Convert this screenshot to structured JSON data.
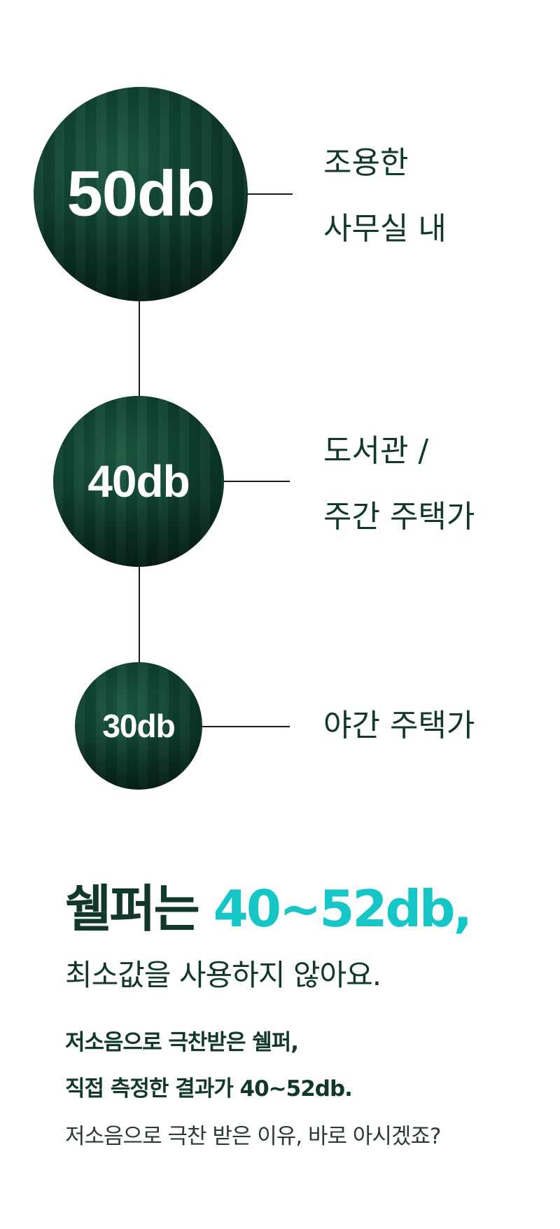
{
  "levels": [
    {
      "value": "50db",
      "label_lines": [
        "조용한",
        "사무실 내"
      ]
    },
    {
      "value": "40db",
      "label_lines": [
        "도서관 /",
        "주간 주택가"
      ]
    },
    {
      "value": "30db",
      "label_lines": [
        "야간 주택가"
      ]
    }
  ],
  "headline": {
    "prefix": "쉘퍼는 ",
    "highlight": "40~52db,"
  },
  "subheadline": "최소값을 사용하지 않아요.",
  "body": {
    "bold_lines": [
      "저소음으로 극찬받은 쉘퍼,",
      "직접 측정한 결과가 40~52db."
    ],
    "light_line": "저소음으로 극찬 받은 이유, 바로 아시겠죠?"
  },
  "colors": {
    "dark_green": "#11382a",
    "teal": "#14c6c6"
  }
}
